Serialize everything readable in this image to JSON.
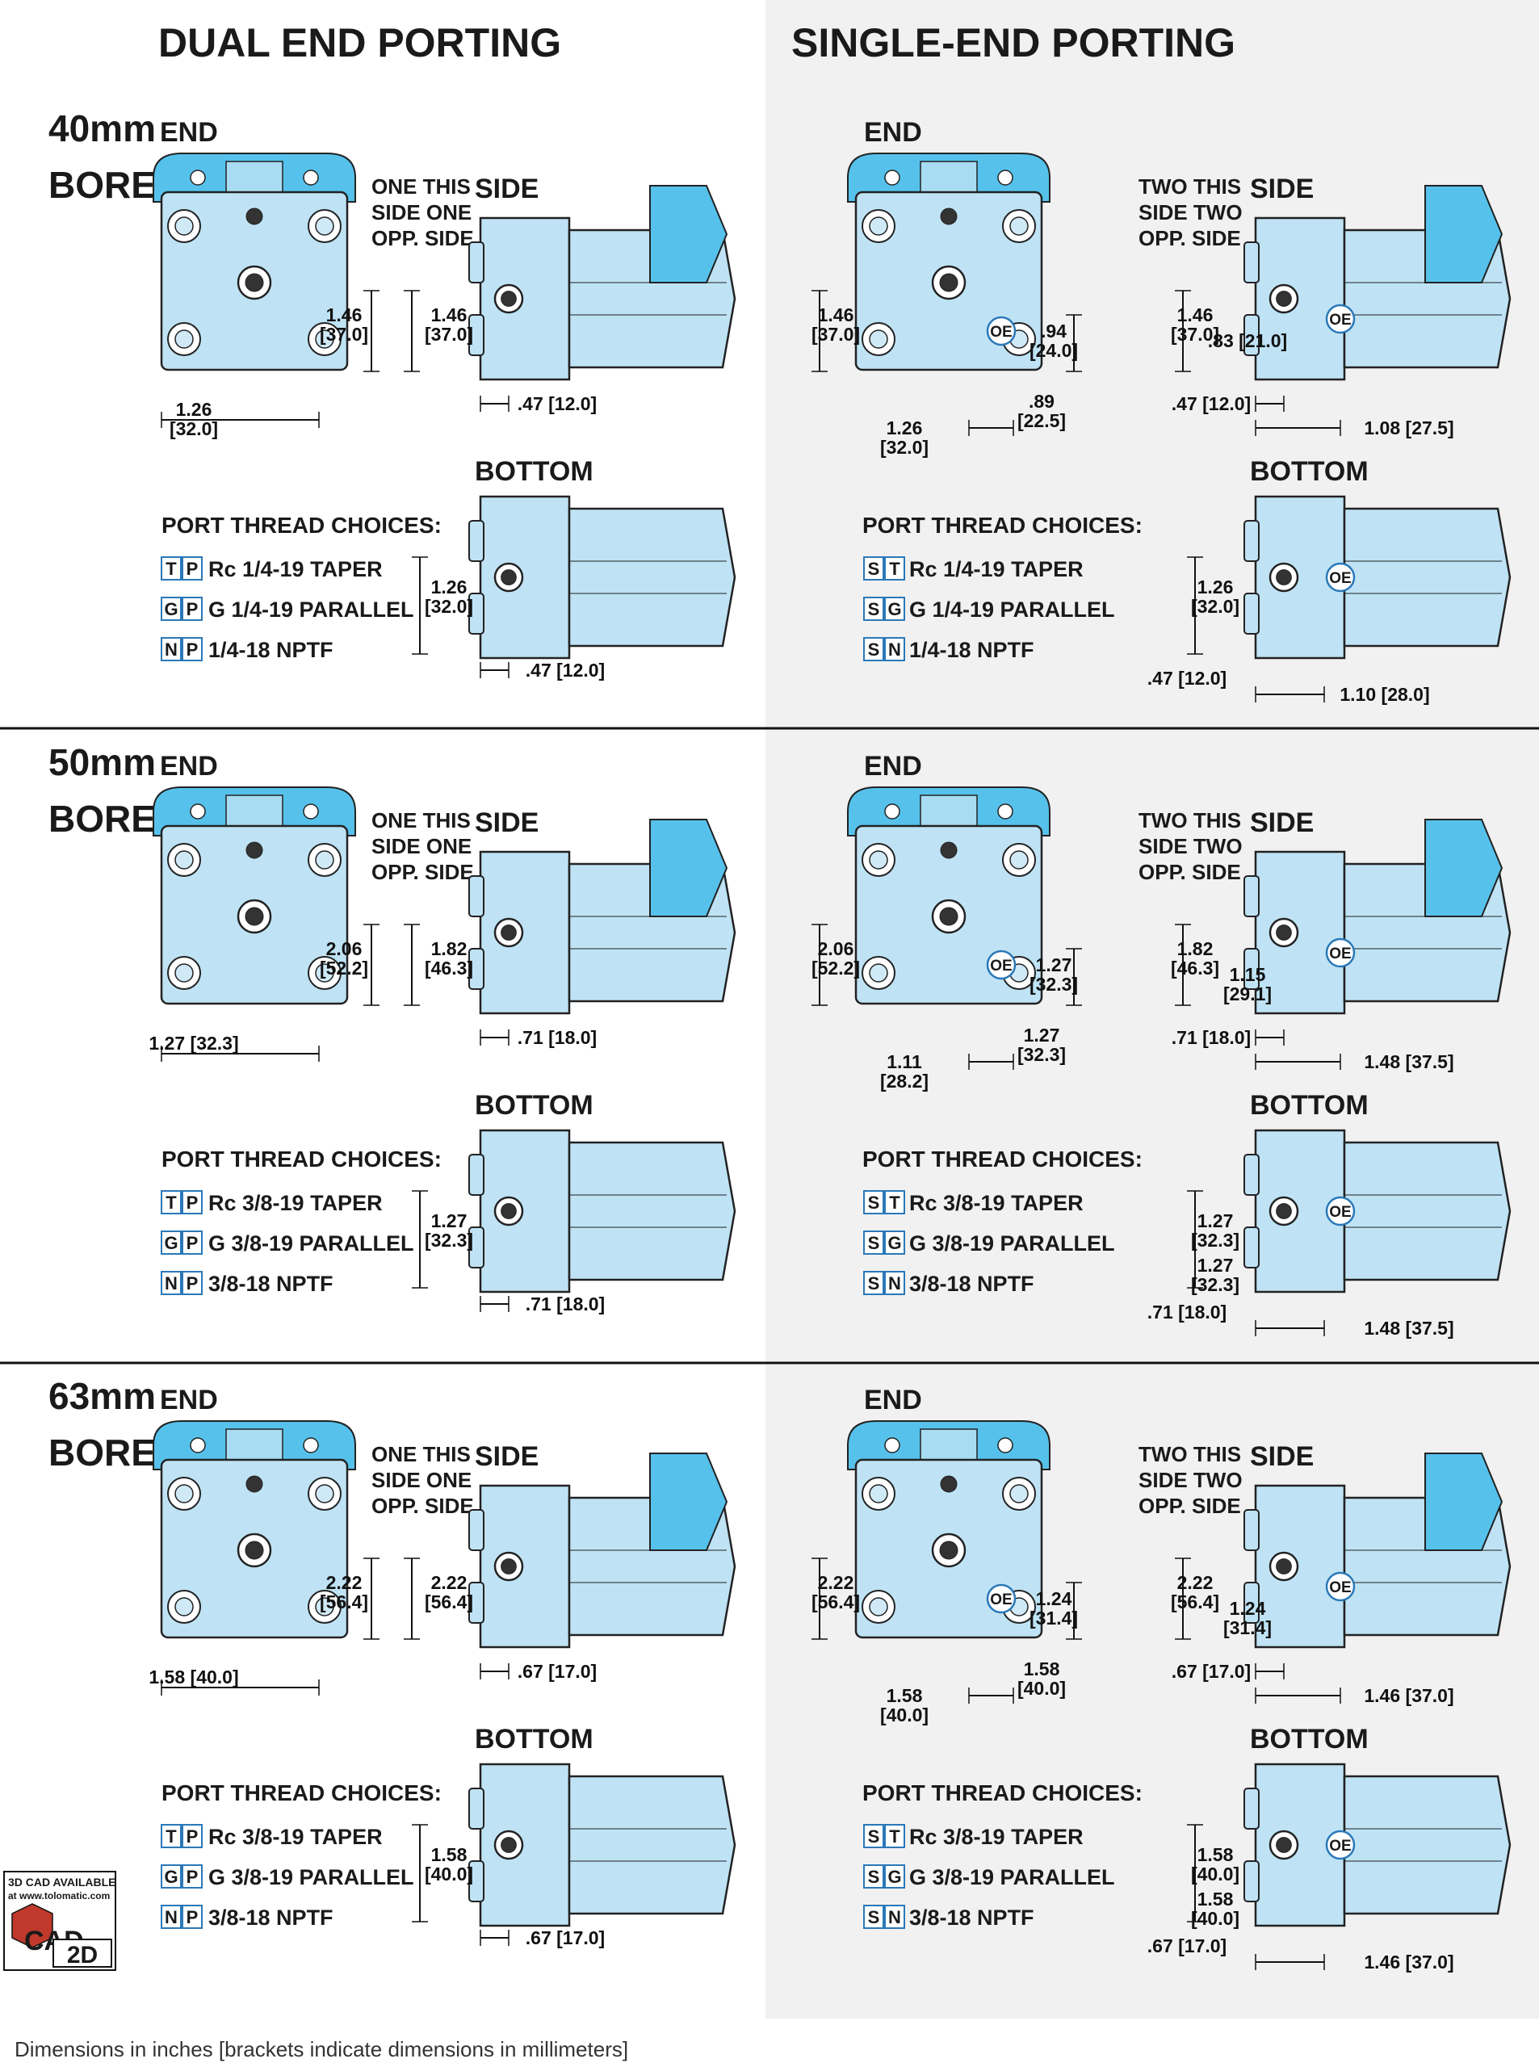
{
  "headings": {
    "dual": "DUAL END PORTING",
    "single": "SINGLE-END PORTING"
  },
  "views": {
    "end": "END",
    "side": "SIDE",
    "bottom": "BOTTOM"
  },
  "port_title": "PORT THREAD CHOICES:",
  "oe": "OE",
  "colors": {
    "body": "#bfe3f5",
    "accent": "#56c2ec",
    "outline": "#222222",
    "shade": "#f1f1f1"
  },
  "rows": [
    {
      "bore": [
        "40mm",
        "BORE"
      ],
      "dual": {
        "note": [
          "ONE THIS",
          "SIDE ONE",
          "OPP. SIDE"
        ],
        "end_dims": [
          [
            "1.46",
            "[37.0]"
          ],
          [
            "1.26",
            "[32.0]"
          ]
        ],
        "side_dims": [
          [
            "1.46",
            "[37.0]"
          ],
          [
            ".47 [12.0]"
          ]
        ],
        "bottom_dims": [
          [
            "1.26",
            "[32.0]"
          ],
          [
            ".47 [12.0]"
          ]
        ],
        "codes": [
          [
            "T",
            "P"
          ],
          [
            "G",
            "P"
          ],
          [
            "N",
            "P"
          ]
        ],
        "threads": [
          "Rc 1/4-19 TAPER",
          "G 1/4-19 PARALLEL",
          "1/4-18 NPTF"
        ]
      },
      "single": {
        "note": [
          "TWO THIS",
          "SIDE TWO",
          "OPP. SIDE"
        ],
        "end_dims": [
          [
            "1.46",
            "[37.0]"
          ],
          [
            ".94",
            "[24.0]"
          ],
          [
            ".89",
            "[22.5]"
          ],
          [
            "1.26",
            "[32.0]"
          ]
        ],
        "side_dims": [
          [
            "1.46",
            "[37.0]"
          ],
          [
            ".83 [21.0]"
          ],
          [
            ".47 [12.0]"
          ],
          [
            "1.08 [27.5]"
          ]
        ],
        "bottom_dims": [
          [
            "1.26",
            "[32.0]"
          ],
          [
            ".47 [12.0]"
          ],
          [
            "1.10 [28.0]"
          ]
        ],
        "codes": [
          [
            "S",
            "T"
          ],
          [
            "S",
            "G"
          ],
          [
            "S",
            "N"
          ]
        ],
        "threads": [
          "Rc 1/4-19 TAPER",
          "G 1/4-19 PARALLEL",
          "1/4-18 NPTF"
        ]
      }
    },
    {
      "bore": [
        "50mm",
        "BORE"
      ],
      "dual": {
        "note": [
          "ONE THIS",
          "SIDE ONE",
          "OPP. SIDE"
        ],
        "end_dims": [
          [
            "2.06",
            "[52.2]"
          ],
          [
            "1.27 [32.3]"
          ]
        ],
        "side_dims": [
          [
            "1.82",
            "[46.3]"
          ],
          [
            ".71 [18.0]"
          ]
        ],
        "bottom_dims": [
          [
            "1.27",
            "[32.3]"
          ],
          [
            ".71 [18.0]"
          ]
        ],
        "codes": [
          [
            "T",
            "P"
          ],
          [
            "G",
            "P"
          ],
          [
            "N",
            "P"
          ]
        ],
        "threads": [
          "Rc 3/8-19 TAPER",
          "G 3/8-19 PARALLEL",
          "3/8-18 NPTF"
        ]
      },
      "single": {
        "note": [
          "TWO THIS",
          "SIDE TWO",
          "OPP. SIDE"
        ],
        "end_dims": [
          [
            "2.06",
            "[52.2]"
          ],
          [
            "1.27",
            "[32.3]"
          ],
          [
            "1.27",
            "[32.3]"
          ],
          [
            "1.11",
            "[28.2]"
          ]
        ],
        "side_dims": [
          [
            "1.82",
            "[46.3]"
          ],
          [
            "1.15",
            "[29.1]"
          ],
          [
            ".71 [18.0]"
          ],
          [
            "1.48 [37.5]"
          ]
        ],
        "bottom_dims": [
          [
            "1.27",
            "[32.3]"
          ],
          [
            "1.27",
            "[32.3]"
          ],
          [
            ".71 [18.0]"
          ],
          [
            "1.48 [37.5]"
          ]
        ],
        "codes": [
          [
            "S",
            "T"
          ],
          [
            "S",
            "G"
          ],
          [
            "S",
            "N"
          ]
        ],
        "threads": [
          "Rc 3/8-19 TAPER",
          "G 3/8-19 PARALLEL",
          "3/8-18 NPTF"
        ]
      }
    },
    {
      "bore": [
        "63mm",
        "BORE"
      ],
      "dual": {
        "note": [
          "ONE THIS",
          "SIDE ONE",
          "OPP. SIDE"
        ],
        "end_dims": [
          [
            "2.22",
            "[56.4]"
          ],
          [
            "1.58 [40.0]"
          ]
        ],
        "side_dims": [
          [
            "2.22",
            "[56.4]"
          ],
          [
            ".67 [17.0]"
          ]
        ],
        "bottom_dims": [
          [
            "1.58",
            "[40.0]"
          ],
          [
            ".67 [17.0]"
          ]
        ],
        "codes": [
          [
            "T",
            "P"
          ],
          [
            "G",
            "P"
          ],
          [
            "N",
            "P"
          ]
        ],
        "threads": [
          "Rc 3/8-19 TAPER",
          "G 3/8-19 PARALLEL",
          "3/8-18 NPTF"
        ]
      },
      "single": {
        "note": [
          "TWO THIS",
          "SIDE TWO",
          "OPP. SIDE"
        ],
        "end_dims": [
          [
            "2.22",
            "[56.4]"
          ],
          [
            "1.24",
            "[31.4]"
          ],
          [
            "1.58",
            "[40.0]"
          ],
          [
            "1.58",
            "[40.0]"
          ]
        ],
        "side_dims": [
          [
            "2.22",
            "[56.4]"
          ],
          [
            "1.24",
            "[31.4]"
          ],
          [
            ".67 [17.0]"
          ],
          [
            "1.46 [37.0]"
          ]
        ],
        "bottom_dims": [
          [
            "1.58",
            "[40.0]"
          ],
          [
            "1.58",
            "[40.0]"
          ],
          [
            ".67 [17.0]"
          ],
          [
            "1.46 [37.0]"
          ]
        ],
        "codes": [
          [
            "S",
            "T"
          ],
          [
            "S",
            "G"
          ],
          [
            "S",
            "N"
          ]
        ],
        "threads": [
          "Rc 3/8-19 TAPER",
          "G 3/8-19 PARALLEL",
          "3/8-18 NPTF"
        ]
      }
    }
  ],
  "cad_badge": {
    "line1": "3D CAD AVAILABLE",
    "line2": "at www.tolomatic.com",
    "cad": "CAD",
    "two_d": "2D"
  },
  "footnote": "Dimensions in inches [brackets indicate dimensions in millimeters]"
}
